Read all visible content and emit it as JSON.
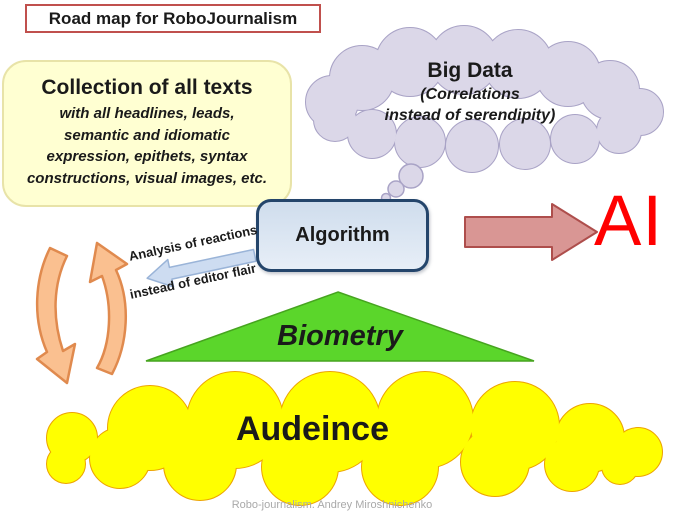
{
  "slide": {
    "title": "Road map for RoboJournalism",
    "caption": "Robo-journalism. Andrey Miroshnichenko",
    "background": "#FFFFFF"
  },
  "collection_box": {
    "heading": "Collection of all texts",
    "lines": [
      "with all headlines, leads,",
      "semantic and idiomatic",
      "expression, epithets, syntax",
      "constructions, visual images, etc."
    ],
    "fill": "#FFFFD2",
    "border": "#E8E3A8"
  },
  "big_data_cloud": {
    "heading": "Big Data",
    "line2": "(Correlations",
    "line3": "instead of serendipity)",
    "fill": "#DBD7E8",
    "border": "#A9A3C6"
  },
  "algorithm_box": {
    "label": "Algorithm",
    "fill": "#DCE6F2",
    "border": "#24456B"
  },
  "ai": {
    "label": "AI",
    "color": "#FF0000",
    "arrow_fill": "#D99694",
    "arrow_border": "#AE4E4C"
  },
  "cycle": {
    "label_top": "Analysis of reactions",
    "label_bottom": "instead of editor flair",
    "curved_arrow_fill": "#FAC090",
    "curved_arrow_border": "#E08A4E",
    "small_arrow_fill": "#CDDCF1",
    "small_arrow_border": "#9AB4D8"
  },
  "biometry": {
    "label": "Biometry",
    "fill": "#5BD62B",
    "border": "#46A41F"
  },
  "audience_cloud": {
    "label": "Audeince",
    "fill": "#FFFF00",
    "border": "#EDA400"
  }
}
